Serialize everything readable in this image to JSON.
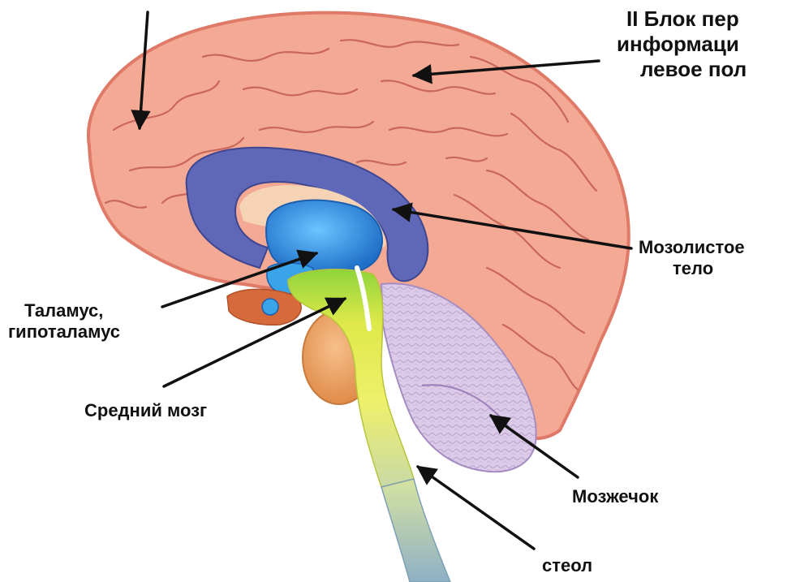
{
  "diagram": {
    "labels": {
      "block2": [
        "II Блок пер",
        "информаци",
        "левое пол"
      ],
      "corpus_callosum": [
        "Мозолистое",
        "тело"
      ],
      "thalamus": [
        "Таламус,",
        "гипоталамус"
      ],
      "midbrain": "Средний мозг",
      "cerebellum": "Мозжечок",
      "stem": "стеол"
    },
    "colors": {
      "cortex": "#f3a993",
      "cortex_edge": "#e07a68",
      "sulcus": "#c9675a",
      "corpus_callosum": "#5f68b8",
      "inner_pale": "#f6d3b4",
      "thalamus": "#2f8ee0",
      "midbrain": "#7ed321",
      "brainstem": "#e4e94a",
      "spinal_cord": "#9fb9c8",
      "cerebellum": "#d9c8e6",
      "pons": "#f2a86c",
      "hypothalamus": "#d76a3b"
    }
  }
}
